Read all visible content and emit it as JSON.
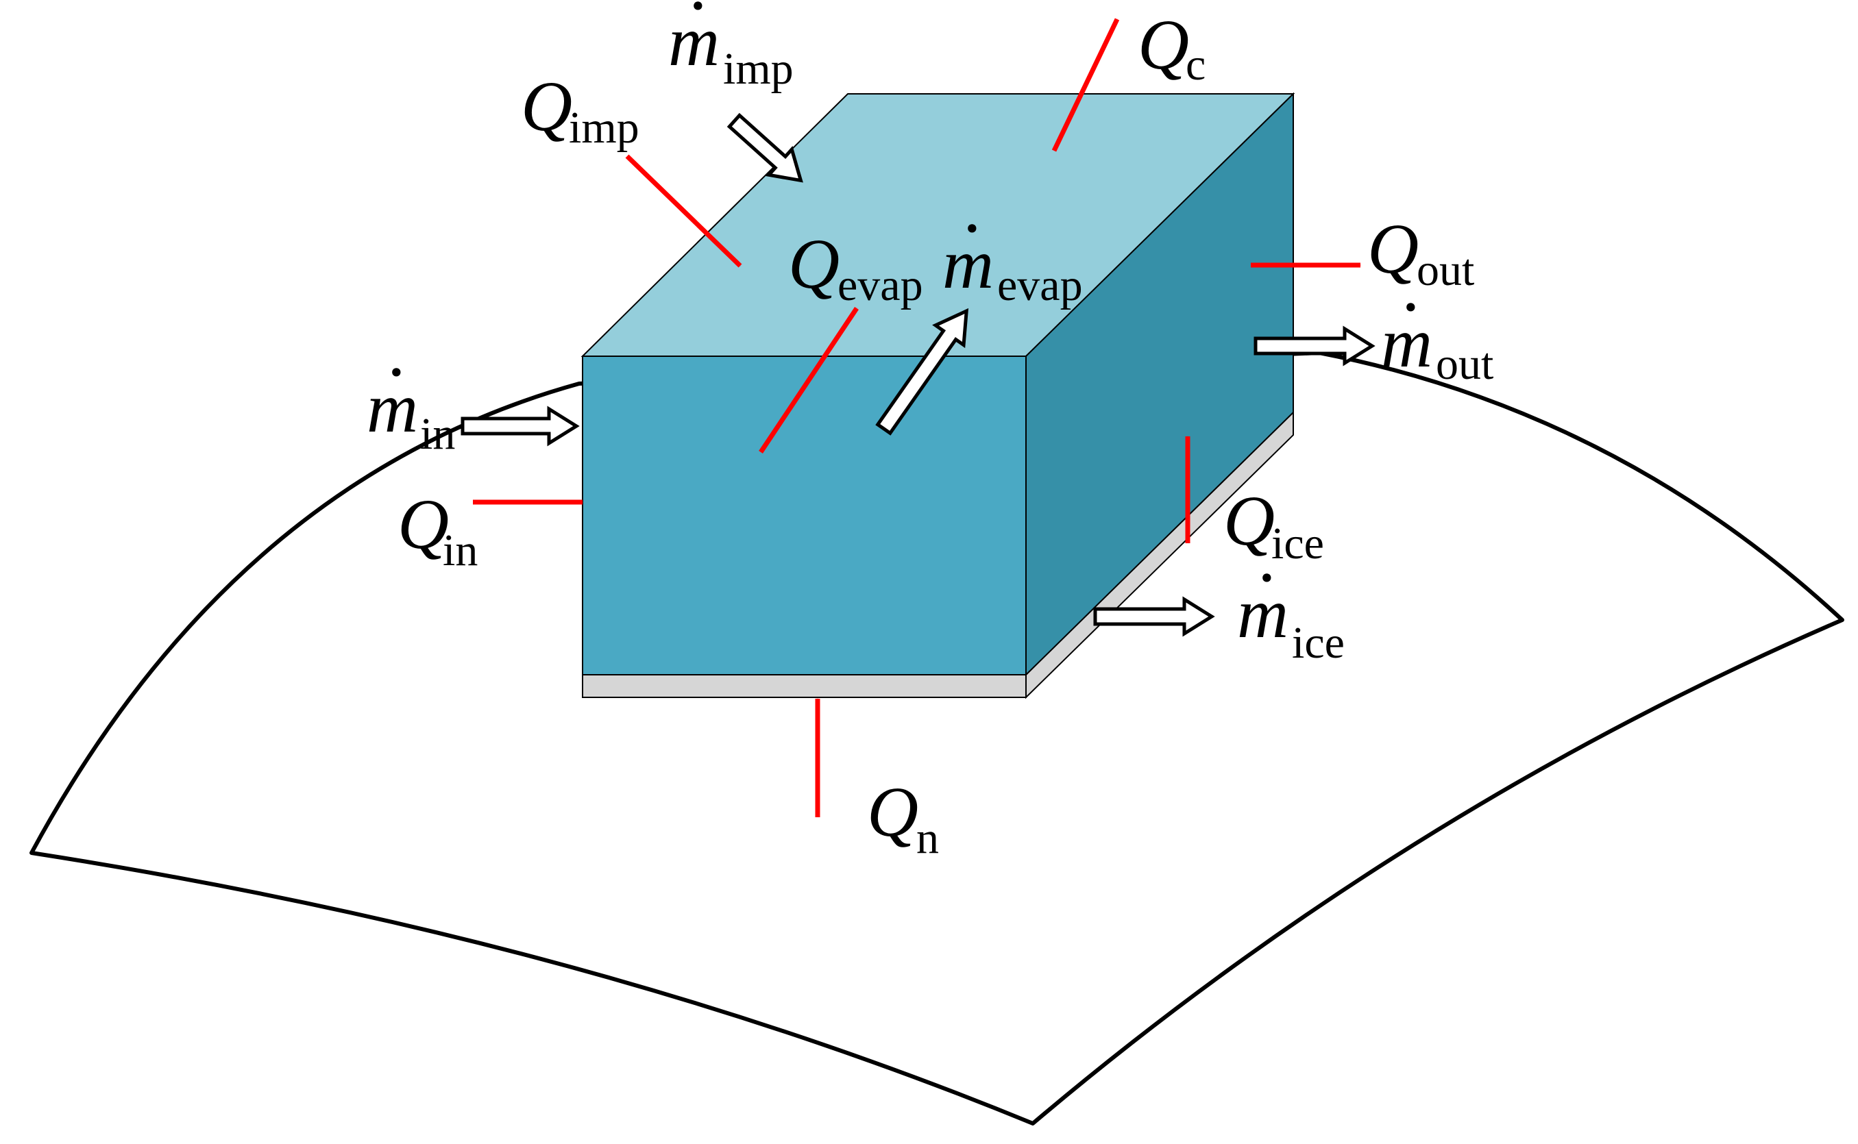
{
  "colors": {
    "top_face": "#94CEDB",
    "front_face": "#4AA9C4",
    "side_face": "#3690A8",
    "ice_layer": "#D6D6D6",
    "heat_arrow": "#FF0000",
    "mass_arrow_fill": "#FFFFFF",
    "outline": "#000000"
  },
  "labels": {
    "Q_c": {
      "symbol": "Q",
      "sub": "c",
      "dot": false
    },
    "m_imp": {
      "symbol": "m",
      "sub": "imp",
      "dot": true
    },
    "Q_imp": {
      "symbol": "Q",
      "sub": "imp",
      "dot": false
    },
    "Q_evap": {
      "symbol": "Q",
      "sub": "evap",
      "dot": false
    },
    "m_evap": {
      "symbol": "m",
      "sub": "evap",
      "dot": true
    },
    "Q_out": {
      "symbol": "Q",
      "sub": "out",
      "dot": false
    },
    "m_out": {
      "symbol": "m",
      "sub": "out",
      "dot": true
    },
    "m_in": {
      "symbol": "m",
      "sub": "in",
      "dot": true
    },
    "Q_in": {
      "symbol": "Q",
      "sub": "in",
      "dot": false
    },
    "Q_ice": {
      "symbol": "Q",
      "sub": "ice",
      "dot": false
    },
    "m_ice": {
      "symbol": "m",
      "sub": "ice",
      "dot": true
    },
    "Q_n": {
      "symbol": "Q",
      "sub": "n",
      "dot": false
    }
  }
}
